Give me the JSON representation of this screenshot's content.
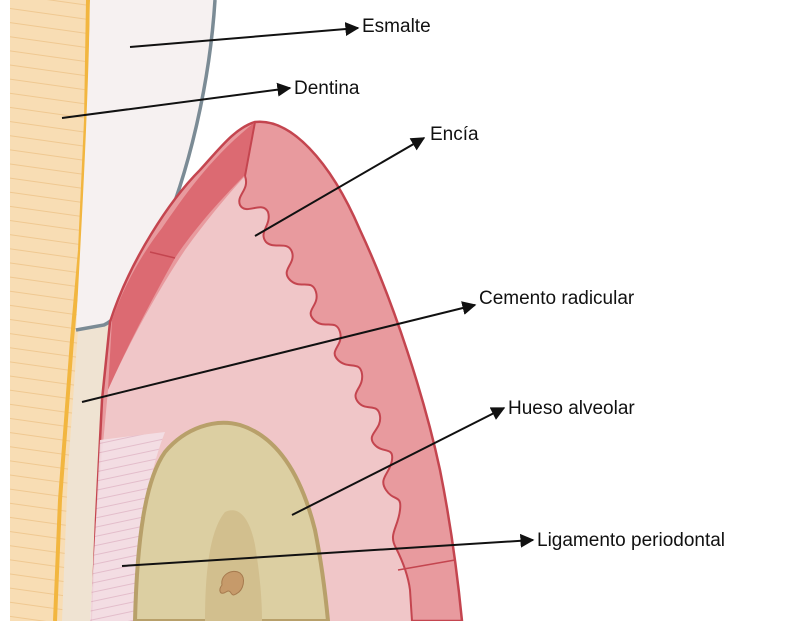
{
  "labels": {
    "esmalte": "Esmalte",
    "dentina": "Dentina",
    "encia": "Encía",
    "cemento": "Cemento radicular",
    "hueso": "Hueso alveolar",
    "ligamento": "Ligamento periodontal"
  },
  "colors": {
    "dentin": "#f8ddb4",
    "pulp_border": "#f2b640",
    "enamel": "#f6f1f1",
    "enamel_border": "#7b8b95",
    "gingiva_light": "#f0c6c8",
    "gingiva_mid": "#e89a9e",
    "gingiva_dark": "#dc6a72",
    "gingiva_border": "#c4454f",
    "bone": "#dccfa2",
    "bone_inner": "#d2bf8e",
    "bone_border": "#b8a06a",
    "cementum": "#efe3d2",
    "ligament": "#f1dbe3"
  }
}
